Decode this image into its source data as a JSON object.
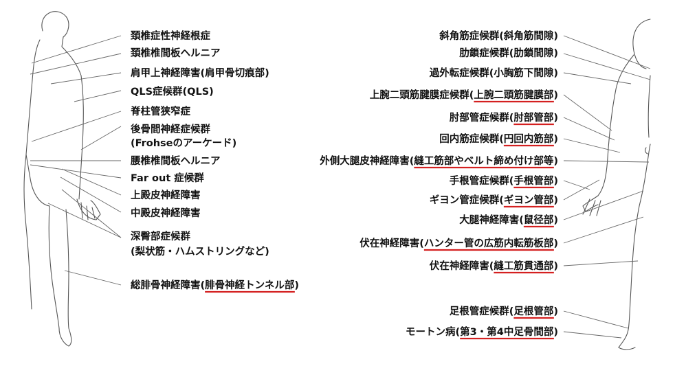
{
  "left_labels": [
    {
      "text": "頚椎症性神経根症",
      "underline": ""
    },
    {
      "text": "頚椎椎間板ヘルニア",
      "underline": ""
    },
    {
      "text": "肩甲上神経障害(肩甲骨切痕部)",
      "underline": ""
    },
    {
      "text": "QLS症候群(QLS)",
      "underline": ""
    },
    {
      "text": "脊柱管狭窄症",
      "underline": ""
    },
    {
      "text": "後骨間神経症候群",
      "underline": ""
    },
    {
      "text": "(Frohseのアーケード)",
      "underline": ""
    },
    {
      "text": "腰椎椎間板ヘルニア",
      "underline": ""
    },
    {
      "text": "Far out 症候群",
      "underline": ""
    },
    {
      "text": "上殿皮神経障害",
      "underline": ""
    },
    {
      "text": "中殿皮神経障害",
      "underline": ""
    },
    {
      "text": "深臀部症候群",
      "underline": ""
    },
    {
      "text": "(梨状筋・ハムストリングなど)",
      "underline": ""
    },
    {
      "text": "総腓骨神経障害(",
      "underline": "腓骨神経トンネル部",
      "suffix": ")"
    }
  ],
  "right_labels": [
    {
      "text": "斜角筋症候群(斜角筋間隙)",
      "underline": ""
    },
    {
      "text": "肋鎖症候群(肋鎖間隙)",
      "underline": ""
    },
    {
      "text": "過外転症候群(小胸筋下間隙)",
      "underline": ""
    },
    {
      "text": "上腕二頭筋腱膜症候群(",
      "underline": "上腕二頭筋腱膜部",
      "suffix": ")"
    },
    {
      "text": "肘部管症候群(",
      "underline": "肘部管部",
      "suffix": ")"
    },
    {
      "text": "回内筋症候群(",
      "underline": "円回内筋部",
      "suffix": ")"
    },
    {
      "text": "外側大腿皮神経障害(",
      "underline": "縫工筋部やベルト締め付け部等",
      "suffix": ")"
    },
    {
      "text": "手根管症候群(",
      "underline": "手根管部",
      "suffix": ")"
    },
    {
      "text": "ギヨン管症候群(",
      "underline": "ギヨン管部",
      "suffix": ")"
    },
    {
      "text": "大腿神経障害(",
      "underline": "鼠径部",
      "suffix": ")"
    },
    {
      "text": "伏在神経障害(",
      "underline": "ハンター管の広筋内転筋板部",
      "suffix": ")"
    },
    {
      "text": "伏在神経障害(",
      "underline": "縫工筋貫通部",
      "suffix": ")"
    },
    {
      "text": "足根管症候群(",
      "underline": "足根管部",
      "suffix": ")"
    },
    {
      "text": "モートン病(",
      "underline": "第3・第4中足骨間部",
      "suffix": ")"
    }
  ],
  "colors": {
    "underline": "#d42020",
    "text": "#111111",
    "lines": "#666666"
  }
}
